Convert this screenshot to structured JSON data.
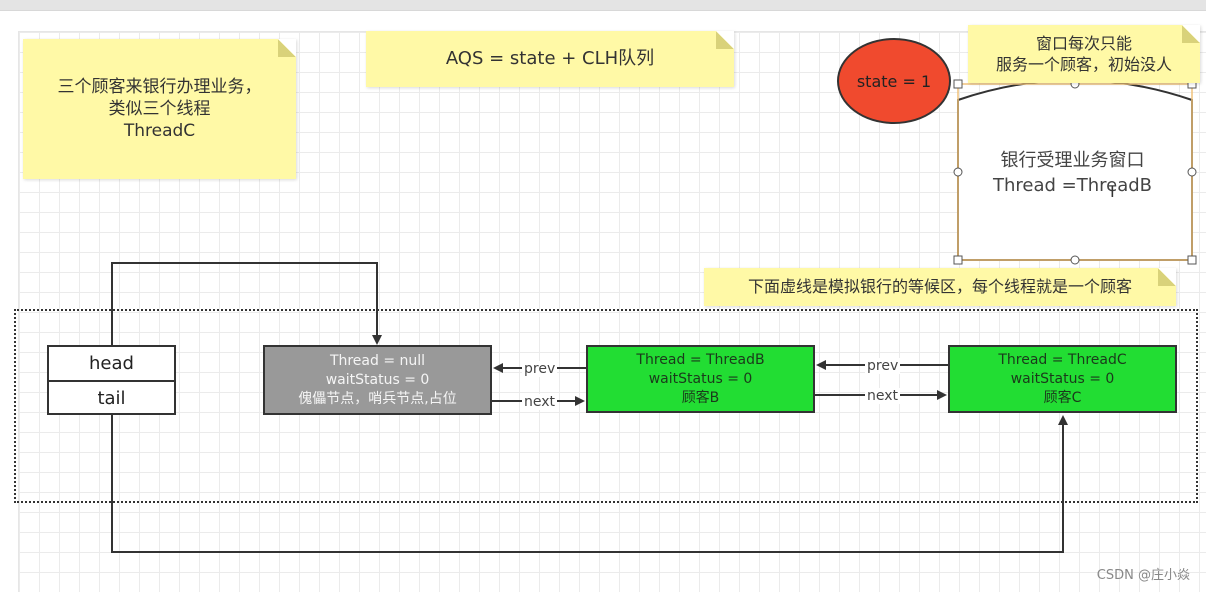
{
  "notes": {
    "customers": [
      "三个顾客来银行办理业务，",
      "类似三个线程",
      "ThreadC"
    ],
    "formula": "AQS = state + CLH队列",
    "window_rule": [
      "窗口每次只能",
      "服务一个顾客，初始没人"
    ],
    "waiting_area": "下面虚线是模拟银行的等候区，每个线程就是一个顾客"
  },
  "state_oval": "state = 1",
  "window": {
    "line1": "银行受理业务窗口",
    "line2": "Thread =ThreadB"
  },
  "head_tail": {
    "head": "head",
    "tail": "tail"
  },
  "nodes": [
    {
      "line1": "Thread = null",
      "line2": "waitStatus = 0",
      "line3": "傀儡节点，哨兵节点,占位"
    },
    {
      "line1": "Thread = ThreadB",
      "line2": "waitStatus = 0",
      "line3": "顾客B"
    },
    {
      "line1": "Thread = ThreadC",
      "line2": "waitStatus = 0",
      "line3": "顾客C"
    }
  ],
  "links": {
    "prev": "prev",
    "next": "next"
  },
  "colors": {
    "note": "#fff9a6",
    "state": "#f04a2e",
    "sentinel": "#999999",
    "node": "#22dd33",
    "selection": "#f0c27b"
  },
  "watermark": "CSDN @庄小焱"
}
